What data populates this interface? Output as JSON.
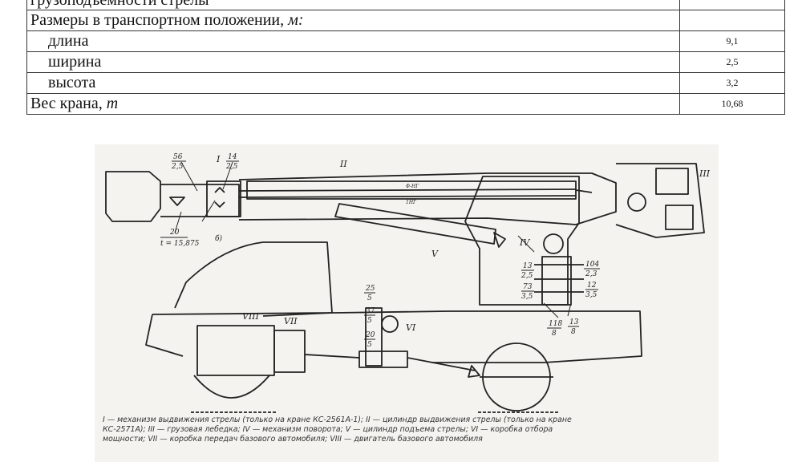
{
  "table": {
    "top_cut_label": "грузоподъемности стрелы",
    "rows": [
      {
        "label": "Размеры в транспортном положении, ",
        "unit": "м:",
        "value": ""
      },
      {
        "label": "длина",
        "value": "9,1"
      },
      {
        "label": "ширина",
        "value": "2,5"
      },
      {
        "label": "высота",
        "value": "3,2"
      },
      {
        "label": "Вес крана, ",
        "unit": "т",
        "value": "10,68"
      }
    ]
  },
  "diagram": {
    "labels": {
      "gear_56": "56",
      "gear_56_mod": "2,5",
      "roman_1": "I",
      "gear_14": "14",
      "gear_14_mod": "2,5",
      "roman_2": "II",
      "roman_3": "III",
      "roman_4": "IV",
      "roman_5": "V",
      "roman_6": "VI",
      "roman_7": "VII",
      "roman_8": "VIII",
      "chain_20": "20",
      "chain_pitch": "t = 15,875",
      "sub_b": "б)",
      "gear_13a": "13",
      "gear_13a_mod": "2,5",
      "gear_104": "104",
      "gear_104_mod": "2,3",
      "gear_73": "73",
      "gear_73_mod": "3,5",
      "gear_12": "12",
      "gear_12_mod": "3,5",
      "gear_118": "118",
      "gear_118_mod": "8",
      "gear_13b": "13",
      "gear_13b_mod": "8",
      "gear_25": "25",
      "gear_25_mod": "5",
      "gear_37": "37",
      "gear_37_mod": "5",
      "gear_20": "20",
      "gear_20_mod": "5",
      "cyl_mark1": "Ф-НГ",
      "cyl_mark2": "1НГ"
    },
    "caption": [
      "I — механизм выдвижения стрелы (только на кране КС-2561А-1); II — цилиндр выдвижения стрелы (только на кране",
      "КС-2571А); III — грузовая лебедка; IV — механизм поворота; V — цилиндр подъема стрелы; VI — коробка отбора",
      "мощности; VII — коробка передач базового автомобиля; VIII — двигатель базового автомобиля"
    ]
  }
}
